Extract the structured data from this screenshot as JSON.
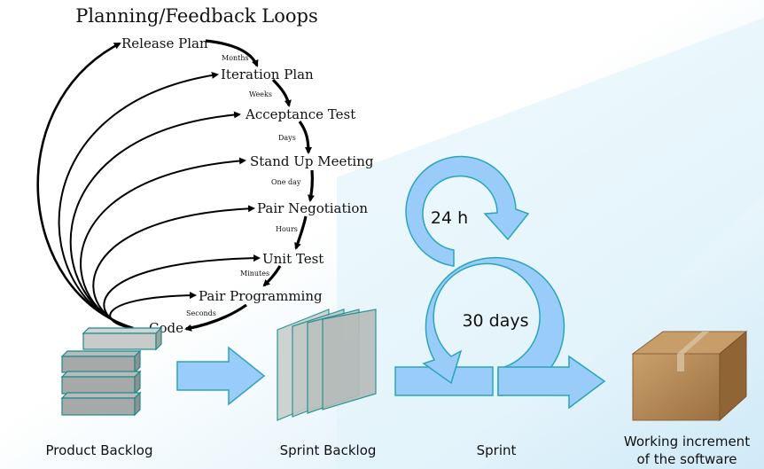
{
  "title": "Planning/Feedback Loops",
  "loops": [
    {
      "label": "Release Plan",
      "interval": "Months"
    },
    {
      "label": "Iteration Plan",
      "interval": "Weeks"
    },
    {
      "label": "Acceptance Test",
      "interval": "Days"
    },
    {
      "label": "Stand Up Meeting",
      "interval": "One day"
    },
    {
      "label": "Pair Negotiation",
      "interval": "Hours"
    },
    {
      "label": "Unit Test",
      "interval": "Minutes"
    },
    {
      "label": "Pair Programming",
      "interval": "Seconds"
    },
    {
      "label": "Code",
      "interval": ""
    }
  ],
  "cycle": {
    "daily": "24 h",
    "sprint": "30 days"
  },
  "stages": {
    "product_backlog": "Product Backlog",
    "sprint_backlog": "Sprint Backlog",
    "sprint": "Sprint",
    "increment_line1": "Working increment",
    "increment_line2": "of the software"
  },
  "colors": {
    "arrow_fill": "#99ccf9",
    "arrow_stroke": "#2aa5b8",
    "box_brown": "#b98a55",
    "backlog_gray": "#a7a7a7",
    "background_tint": "#d9effa"
  }
}
